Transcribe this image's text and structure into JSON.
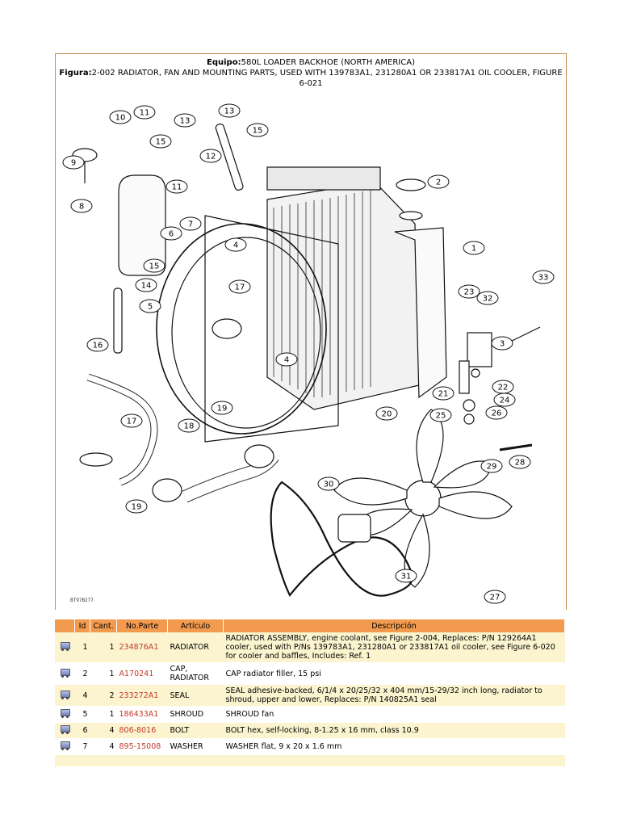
{
  "header": {
    "equipo_label": "Equipo:",
    "equipo_value": "580L LOADER BACKHOE (NORTH AMERICA)",
    "figura_label": "Figura:",
    "figura_value": "2-002 RADIATOR, FAN AND MOUNTING PARTS, USED WITH 139783A1, 231280A1 OR 233817A1 OIL COOLER, FIGURE 6-021"
  },
  "diagram": {
    "callouts": [
      "10",
      "11",
      "13",
      "15",
      "9",
      "12",
      "11",
      "8",
      "6",
      "7",
      "4",
      "15",
      "14",
      "5",
      "17",
      "16",
      "17",
      "19",
      "18",
      "19",
      "13",
      "15",
      "2",
      "1",
      "33",
      "23",
      "32",
      "3",
      "4",
      "22",
      "24",
      "21",
      "25",
      "26",
      "20",
      "28",
      "29",
      "30",
      "31",
      "27"
    ],
    "drawing_code": "BT97B277"
  },
  "table": {
    "columns": [
      "Id",
      "Cant.",
      "No.Parte",
      "Artículo",
      "Descripción"
    ],
    "rows": [
      {
        "id": "1",
        "qty": "1",
        "part": "234876A1",
        "item": "RADIATOR",
        "desc": "RADIATOR ASSEMBLY, engine coolant, see Figure 2-004, Replaces: P/N 129264A1 cooler, used with P/Ns 139783A1, 231280A1 or 233817A1 oil cooler, see Figure 6-020 for cooler and baffles, Includes: Ref. 1"
      },
      {
        "id": "2",
        "qty": "1",
        "part": "A170241",
        "item": "CAP, RADIATOR",
        "desc": "CAP radiator filler, 15 psi"
      },
      {
        "id": "4",
        "qty": "2",
        "part": "233272A1",
        "item": "SEAL",
        "desc": "SEAL adhesive-backed, 6/1/4 x 20/25/32 x 404 mm/15-29/32 inch long, radiator to shroud, upper and lower, Replaces: P/N 140825A1 seal"
      },
      {
        "id": "5",
        "qty": "1",
        "part": "186433A1",
        "item": "SHROUD",
        "desc": "SHROUD fan"
      },
      {
        "id": "6",
        "qty": "4",
        "part": "806-8016",
        "item": "BOLT",
        "desc": "BOLT hex, self-locking, 8-1.25 x 16 mm, class 10.9"
      },
      {
        "id": "7",
        "qty": "4",
        "part": "895-15008",
        "item": "WASHER",
        "desc": "WASHER flat, 9 x 20 x 1.6 mm"
      }
    ]
  },
  "colors": {
    "header_bg": "#f29a4e",
    "row_alt_bg": "#fbf4cf",
    "part_link": "#c0392b",
    "frame_border": "#c88a4a"
  },
  "icons": {
    "row_action": "shopping-cart-icon"
  }
}
